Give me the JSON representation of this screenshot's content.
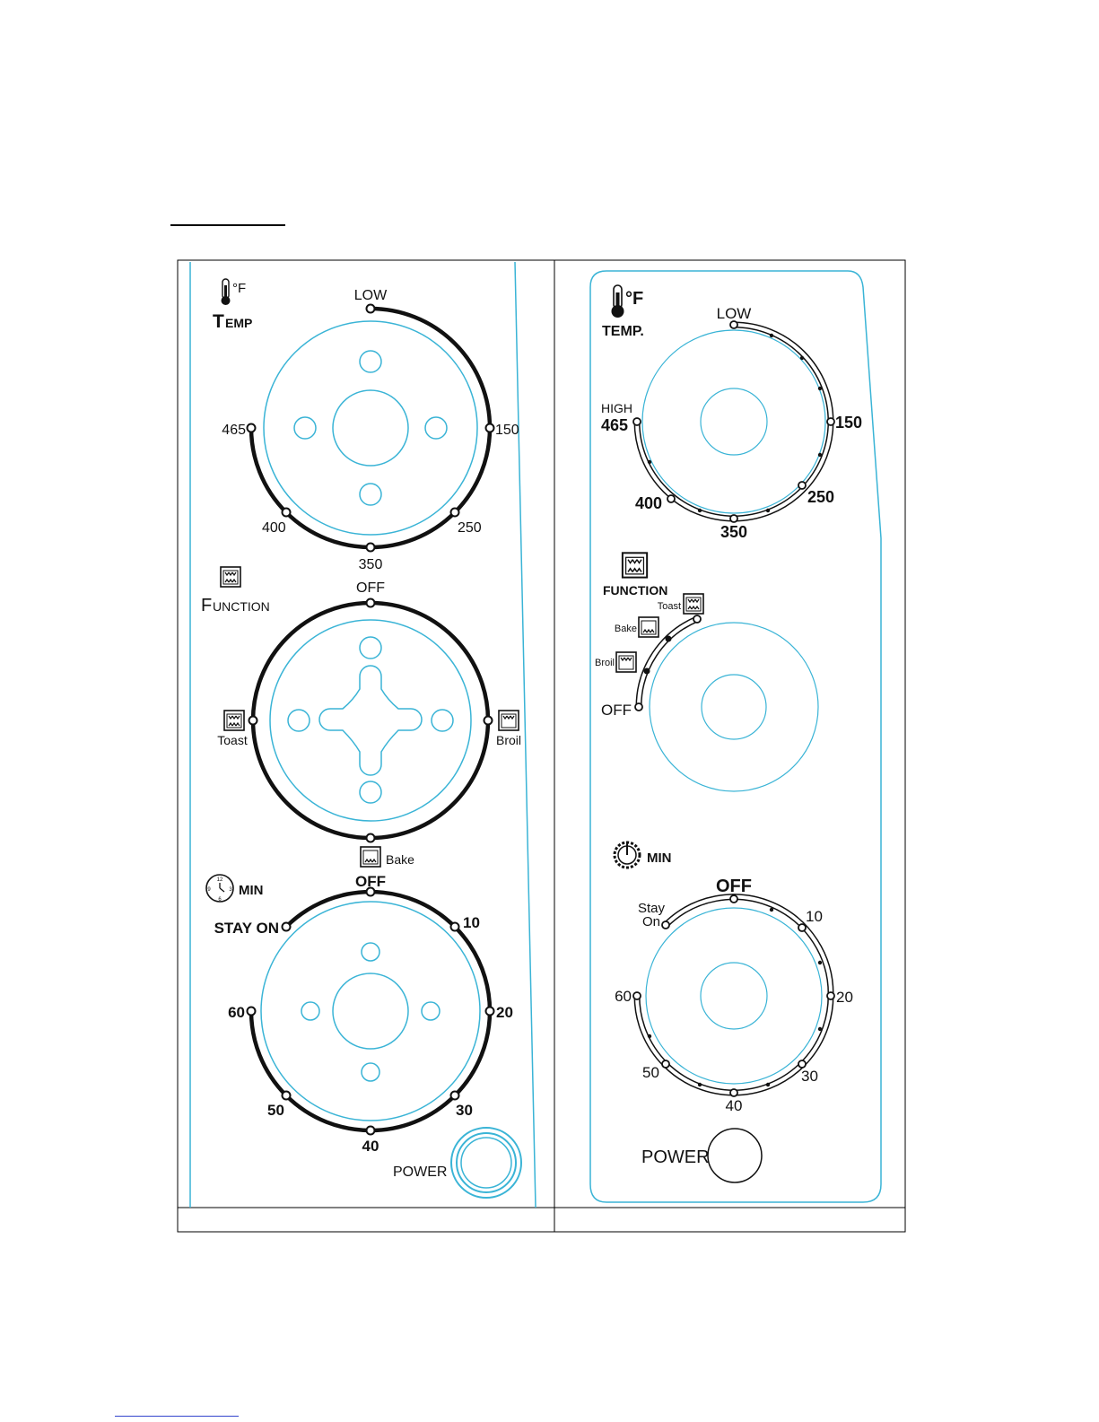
{
  "left_panel": {
    "temp": {
      "unit": "°F",
      "caption_big": "T",
      "caption_small": "EMP",
      "labels": {
        "low": "LOW",
        "t150": "150",
        "t250": "250",
        "t350": "350",
        "t400": "400",
        "t465": "465"
      }
    },
    "function": {
      "caption_big": "F",
      "caption_small": "UNCTION",
      "labels": {
        "off": "OFF",
        "toast": "Toast",
        "broil": "Broil",
        "bake": "Bake"
      }
    },
    "timer": {
      "min": "MIN",
      "clock_numbers": [
        "12",
        "3",
        "6",
        "9"
      ],
      "labels": {
        "off": "OFF",
        "stay_on": "STAY ON",
        "m10": "10",
        "m20": "20",
        "m30": "30",
        "m40": "40",
        "m50": "50",
        "m60": "60"
      }
    },
    "power": "POWER"
  },
  "right_panel": {
    "temp": {
      "unit": "°F",
      "caption": "TEMP.",
      "labels": {
        "low": "LOW",
        "high": "HIGH",
        "t465": "465",
        "t150": "150",
        "t250": "250",
        "t350": "350",
        "t400": "400"
      }
    },
    "function": {
      "caption": "FUNCTION",
      "labels": {
        "toast": "Toast",
        "bake": "Bake",
        "broil": "Broil",
        "off": "OFF"
      }
    },
    "timer": {
      "min": "MIN",
      "labels": {
        "off": "OFF",
        "stay": "Stay",
        "on": "On",
        "m10": "10",
        "m20": "20",
        "m30": "30",
        "m40": "40",
        "m50": "50",
        "m60": "60"
      }
    },
    "power": "POWER"
  },
  "colors": {
    "panel_line": "#3ab4d6",
    "ink": "#111111"
  }
}
